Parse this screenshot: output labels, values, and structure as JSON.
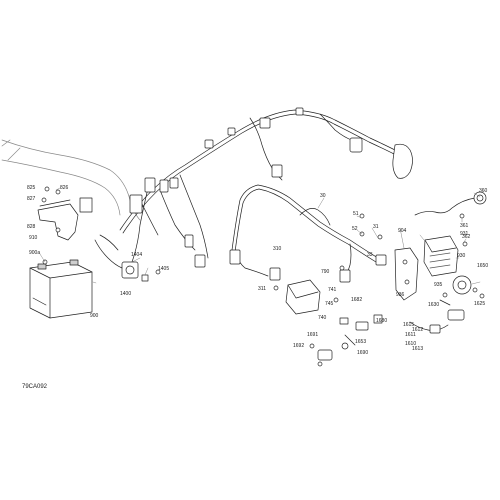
{
  "figure_code": "79CA092",
  "colors": {
    "line": "#222222",
    "fill": "#ffffff",
    "shade": "#cfcfcf",
    "dark": "#555555"
  },
  "parts": {
    "p30": "30",
    "p31": "31",
    "p33": "33",
    "p51": "51",
    "p52": "52",
    "p310": "310",
    "p311": "311",
    "p361": "361",
    "p362": "362",
    "p360": "360",
    "p740": "740",
    "p741": "741",
    "p745": "745",
    "p790": "790",
    "p825": "825",
    "p826": "826",
    "p827": "827",
    "p828": "828",
    "p900": "900",
    "p900a": "900a",
    "p910": "910",
    "p930": "930",
    "p931": "931",
    "p935": "935",
    "p936": "936",
    "p904": "904",
    "p1400": "1400",
    "p1404": "1404",
    "p1405": "1405",
    "p1625": "1625",
    "p1630": "1630",
    "p1650": "1650",
    "p1653": "1653",
    "p1680": "1680",
    "p1682": "1682",
    "p1690": "1690",
    "p1691": "1691",
    "p1692": "1692",
    "p1610": "1610",
    "p1611": "1611",
    "p1612": "1612",
    "p1613": "1613",
    "p1615": "1615"
  }
}
